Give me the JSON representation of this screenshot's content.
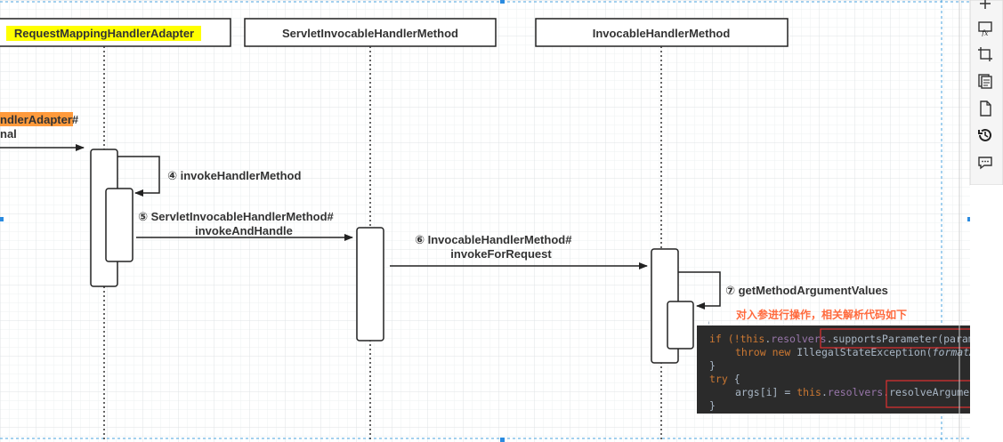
{
  "lifelines": {
    "adapter": "RequestMappingHandlerAdapter",
    "servlet": "ServletInvocableHandlerMethod",
    "invocable": "InvocableHandlerMethod"
  },
  "incoming": {
    "line1_highlight": "ndlerAdapter",
    "line1_hash": "#",
    "line2": "nal"
  },
  "messages": {
    "m4": "④ invokeHandlerMethod",
    "m5_line1": "⑤ ServletInvocableHandlerMethod#",
    "m5_line2": "invokeAndHandle",
    "m6_line1": "⑥ InvocableHandlerMethod#",
    "m6_line2": "invokeForRequest",
    "m7": "⑦ getMethodArgumentValues"
  },
  "note": "对入参进行操作，相关解析代码如下",
  "code": {
    "l1": {
      "p1": "if (!",
      "kw": "this",
      "dot1": ".",
      "fld": "resolvers",
      "rest": ".supportsParameter(parameter"
    },
    "l2": {
      "kw1": "throw",
      "kw2": "new",
      "rest": " IllegalStateException(",
      "it": "formatArgum"
    },
    "l3": "}",
    "l4": {
      "kw": "try",
      "rest": " {"
    },
    "l5": {
      "p1": "args[i] = ",
      "kw": "this",
      "dot1": ".",
      "fld": "resolvers",
      "rest": ".resolveArgument(pa"
    },
    "l6": "}"
  },
  "colors": {
    "highlight_yellow": "#ffff00",
    "highlight_orange": "#ff9a3c",
    "note_color": "#ff6a3d",
    "code_bg": "#2b2b2b",
    "code_box_red": "#e03030"
  },
  "toolbar_icons": [
    "cursor-icon",
    "formula-icon",
    "crop-icon",
    "copy-icon",
    "page-icon",
    "history-icon",
    "comment-icon"
  ]
}
